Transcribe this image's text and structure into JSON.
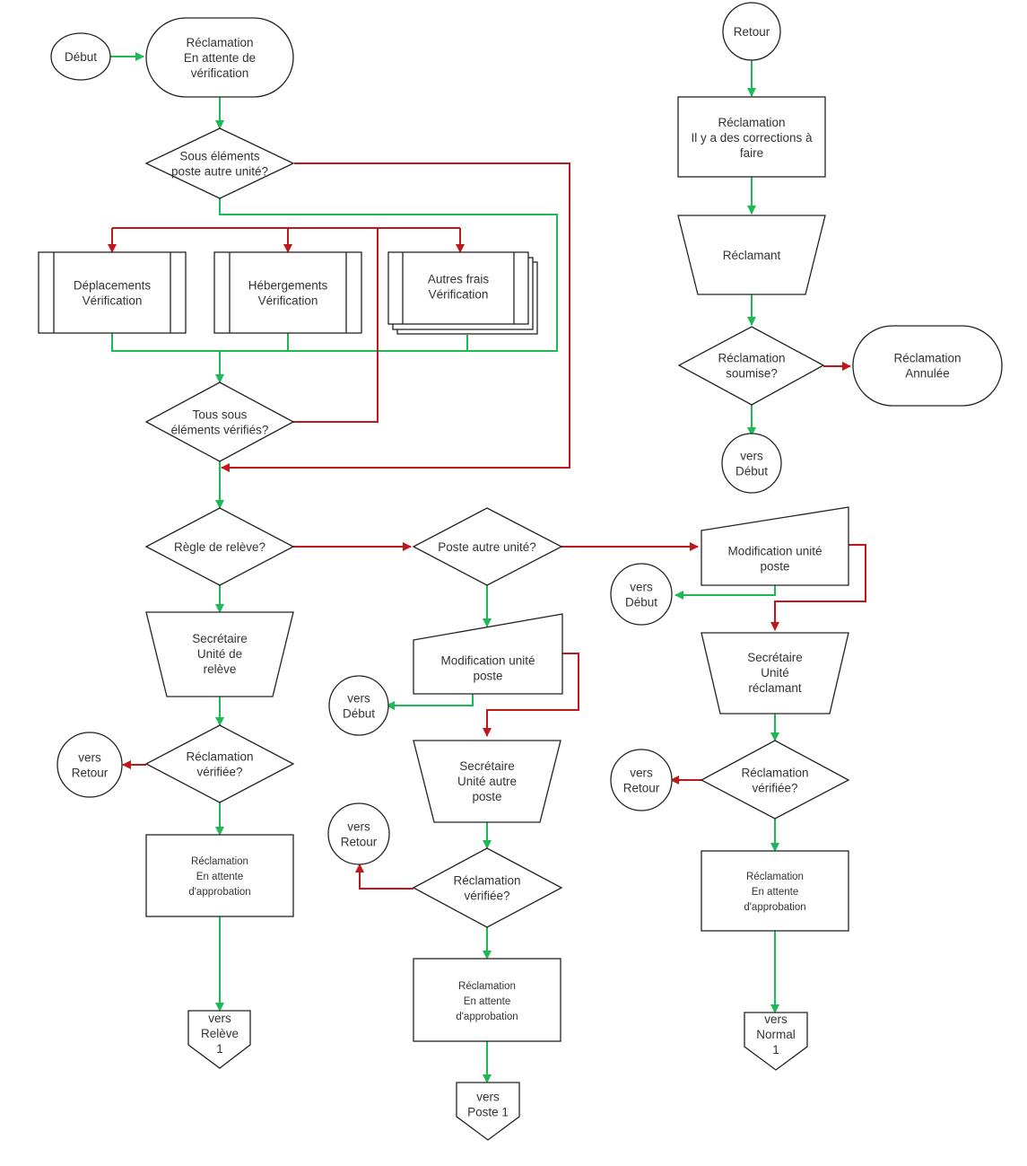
{
  "colors": {
    "yes": "#1db954",
    "no": "#c0171b",
    "stroke": "#222222",
    "text": "#333333"
  },
  "nodes": {
    "debut": [
      "Début"
    ],
    "reclamation_attente_verif": [
      "Réclamation",
      "En attente de",
      "vérification"
    ],
    "sous_elements": [
      "Sous éléments",
      "poste autre unité?"
    ],
    "deplacements": [
      "Déplacements",
      "Vérification"
    ],
    "hebergements": [
      "Hébergements",
      "Vérification"
    ],
    "autres_frais": [
      "Autres frais",
      "Vérification"
    ],
    "tous_sous_elements": [
      "Tous sous",
      "éléments vérifiés?"
    ],
    "regle_releve": [
      "Règle de relève?"
    ],
    "secretaire_releve": [
      "Secrétaire",
      "Unité de",
      "relève"
    ],
    "verifiee_left": [
      "Réclamation",
      "vérifiée?"
    ],
    "retour_left": [
      "vers",
      "Retour"
    ],
    "attente_approb_left": [
      "Réclamation",
      "En attente",
      "d'approbation"
    ],
    "vers_releve": [
      "vers",
      "Relève",
      "1"
    ],
    "poste_autre_unite": [
      "Poste autre unité?"
    ],
    "modif_unite_mid": [
      "Modification unité",
      "poste"
    ],
    "debut_mid": [
      "vers",
      "Début"
    ],
    "secretaire_autre_poste": [
      "Secrétaire",
      "Unité autre",
      "poste"
    ],
    "retour_mid": [
      "vers",
      "Retour"
    ],
    "verifiee_mid": [
      "Réclamation",
      "vérifiée?"
    ],
    "attente_approb_mid": [
      "Réclamation",
      "En attente",
      "d'approbation"
    ],
    "vers_poste": [
      "vers",
      "Poste 1"
    ],
    "modif_unite_right": [
      "Modification unité",
      "poste"
    ],
    "debut_right": [
      "vers",
      "Début"
    ],
    "secretaire_reclamant": [
      "Secrétaire",
      "Unité",
      "réclamant"
    ],
    "retour_right": [
      "vers",
      "Retour"
    ],
    "verifiee_right": [
      "Réclamation",
      "vérifiée?"
    ],
    "attente_approb_right": [
      "Réclamation",
      "En attente",
      "d'approbation"
    ],
    "vers_normal": [
      "vers",
      "Normal",
      "1"
    ],
    "retour_top": [
      "Retour"
    ],
    "corrections": [
      "Réclamation",
      "Il y a des corrections à",
      "faire"
    ],
    "reclamant": [
      "Réclamant"
    ],
    "soumise": [
      "Réclamation",
      "soumise?"
    ],
    "annulee": [
      "Réclamation",
      "Annulée"
    ],
    "debut_top_right": [
      "vers",
      "Début"
    ]
  }
}
